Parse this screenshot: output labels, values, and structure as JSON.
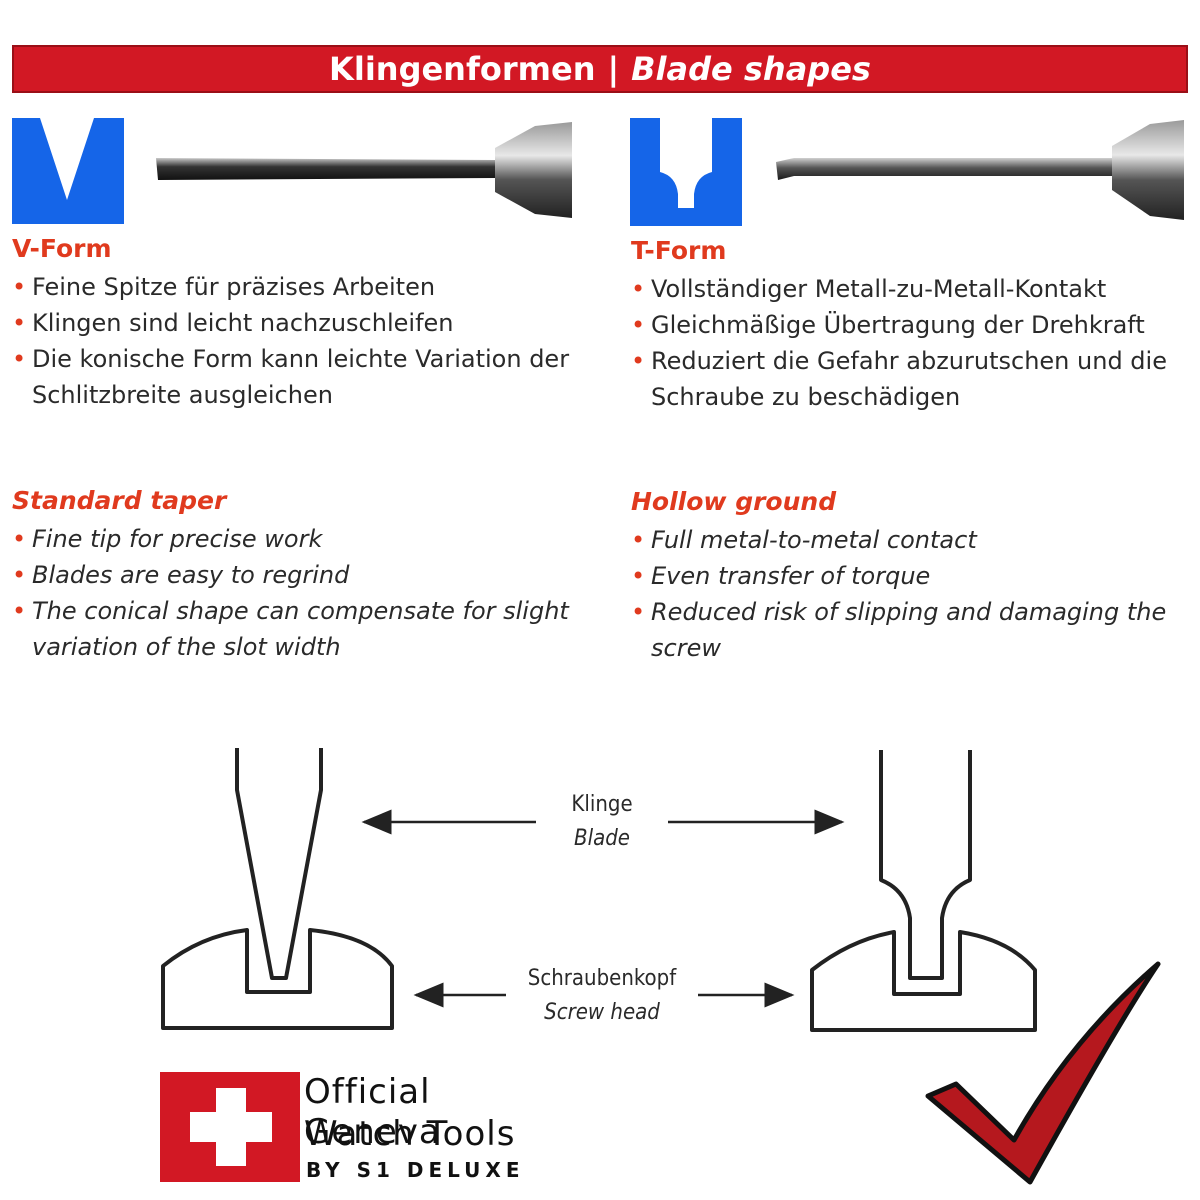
{
  "banner": {
    "title_de": "Klingenformen",
    "separator": "|",
    "title_en": "Blade shapes"
  },
  "colors": {
    "banner_red": "#d21824",
    "heading_orange": "#e03a1e",
    "blade_blue": "#1565e8",
    "check_red": "#b5181e"
  },
  "v_form": {
    "heading_de": "V-Form",
    "bullets_de": [
      "Feine Spitze für präzises Arbeiten",
      "Klingen sind leicht nachzuschleifen",
      "Die konische Form kann leichte Variation der Schlitzbreite ausgleichen"
    ],
    "heading_en": "Standard taper",
    "bullets_en": [
      "Fine tip for precise work",
      "Blades are easy to regrind",
      "The conical shape can compensate for slight variation of the slot width"
    ]
  },
  "t_form": {
    "heading_de": "T-Form",
    "bullets_de": [
      "Vollständiger Metall-zu-Metall-Kontakt",
      "Gleichmäßige Übertragung der Drehkraft",
      "Reduziert die Gefahr abzurutschen und die Schraube zu beschädigen"
    ],
    "heading_en": "Hollow ground",
    "bullets_en": [
      "Full metal-to-metal contact",
      "Even transfer of torque",
      "Reduced risk of slipping and damaging the screw"
    ]
  },
  "diagram": {
    "blade_de": "Klinge",
    "blade_en": "Blade",
    "screwhead_de": "Schraubenkopf",
    "screwhead_en": "Screw head"
  },
  "logo": {
    "line1": "Official Geneva",
    "line2": "Watch Tools",
    "line3": "BY S1 DELUXE",
    "icon": "swiss-cross-icon"
  },
  "check_icon": "checkmark-icon"
}
